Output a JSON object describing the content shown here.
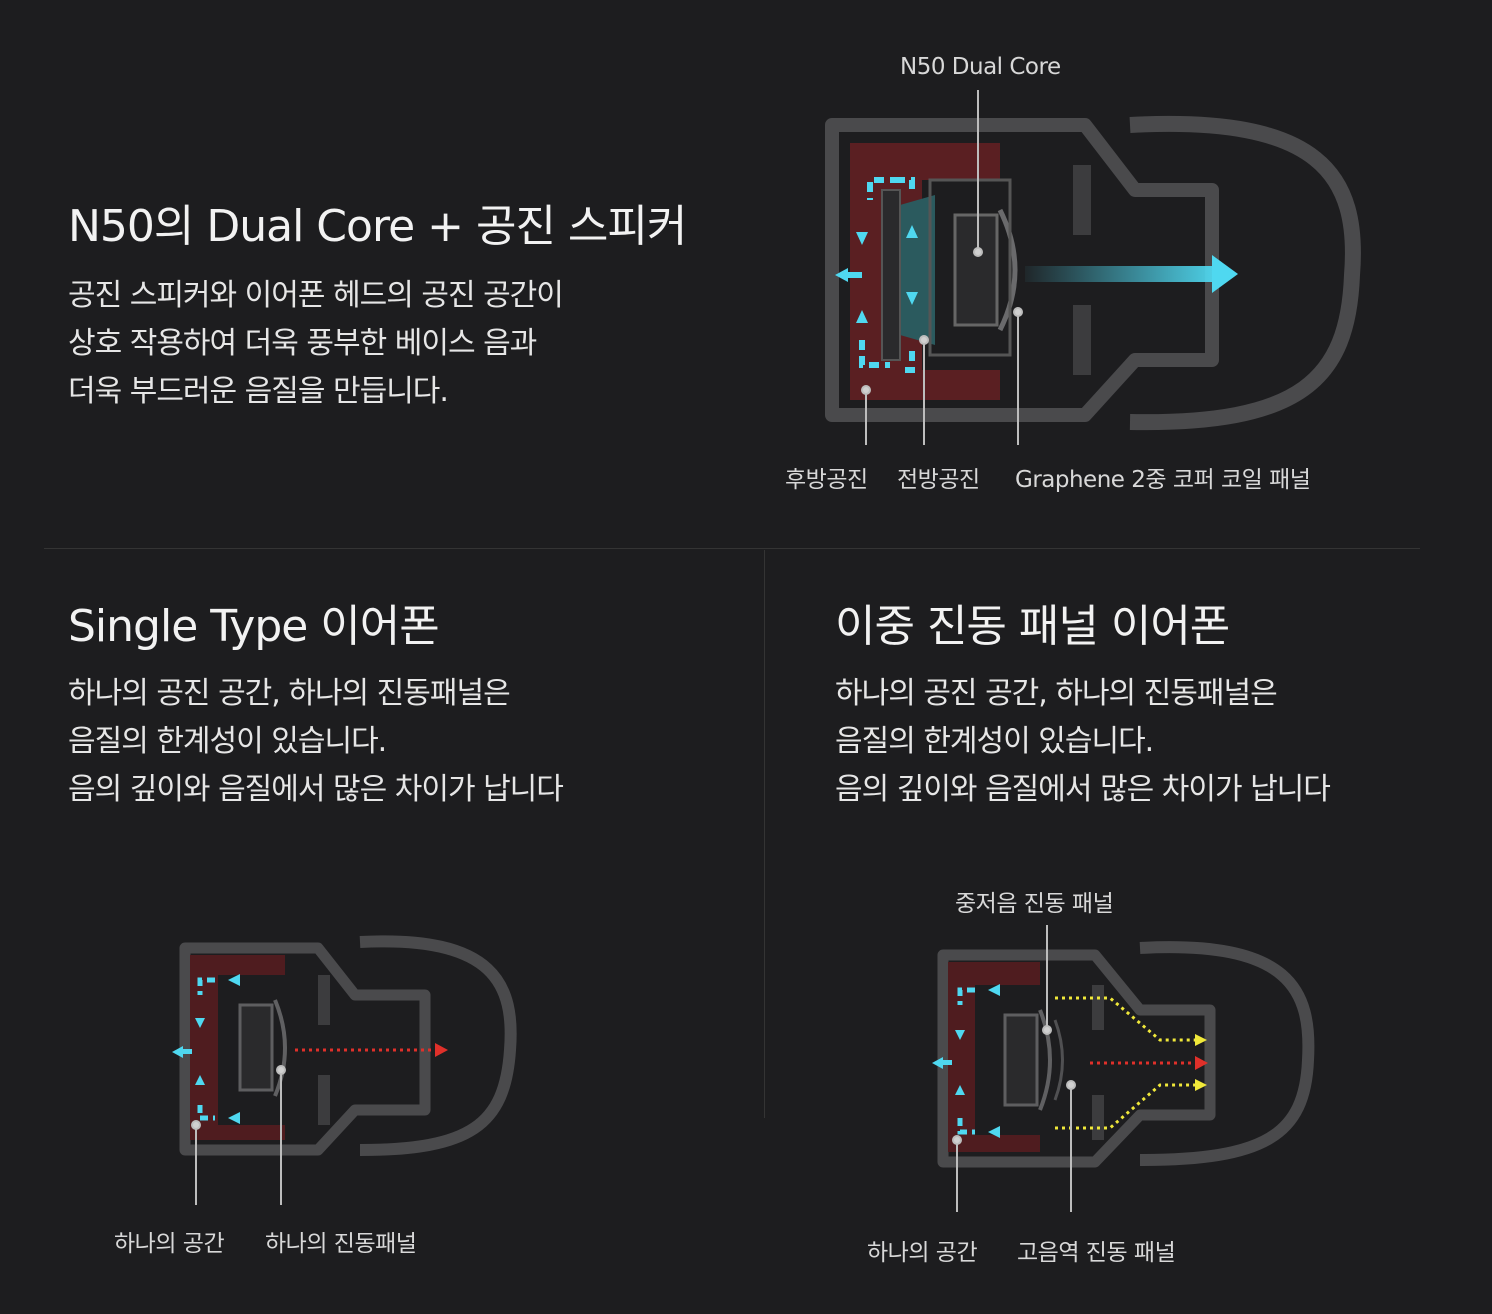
{
  "dual_core": {
    "title": "N50의 Dual Core +  공진 스피커",
    "lines": [
      "공진 스피커와 이어폰 헤드의 공진 공간이",
      "상호 작용하여 더욱 풍부한 베이스 음과",
      "더욱 부드러운 음질을 만듭니다."
    ],
    "labels": {
      "top": "N50 Dual Core",
      "rear": "후방공진",
      "front": "전방공진",
      "coil": "Graphene 2중 코퍼 코일 패널"
    }
  },
  "single": {
    "title": "Single Type 이어폰",
    "lines": [
      "하나의 공진 공간, 하나의 진동패널은",
      "음질의 한계성이 있습니다.",
      "음의 깊이와 음질에서 많은 차이가 납니다"
    ],
    "labels": {
      "space": "하나의 공간",
      "panel": "하나의 진동패널"
    }
  },
  "dual_panel": {
    "title": "이중 진동 패널 이어폰",
    "lines": [
      "하나의 공진 공간, 하나의 진동패널은",
      "음질의 한계성이 있습니다.",
      "음의 깊이와 음질에서 많은 차이가 납니다"
    ],
    "labels": {
      "mid_low": "중저음 진동 패널",
      "space": "하나의 공간",
      "high": "고음역 진동 패널"
    }
  },
  "colors": {
    "background": "#1d1d1f",
    "housing": "#4a4a4c",
    "chamber": "#5a1f22",
    "airflow": "#4fd8f0",
    "sound_red": "#e0302a",
    "sound_yellow": "#f0e83a"
  }
}
